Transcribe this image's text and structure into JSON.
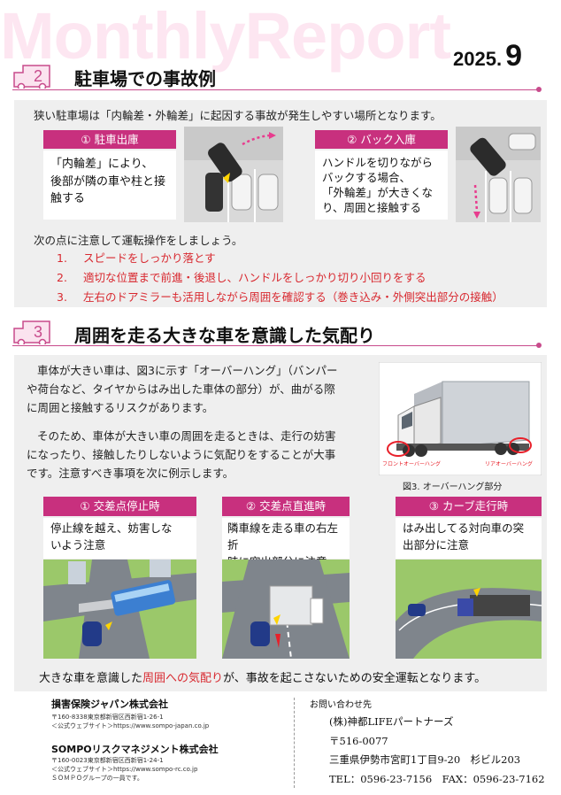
{
  "header": {
    "watermark": "MonthlyReport",
    "year": "2025.",
    "month": "9"
  },
  "section2": {
    "number": "2",
    "title": "駐車場での事故例",
    "intro": "狭い駐車場は「内輪差・外輪差」に起因する事故が発生しやすい場所となります。",
    "cases": [
      {
        "label": "① 駐車出庫",
        "text": [
          "「内輪差」により、",
          "後部が隣の車や柱と接",
          "触する"
        ]
      },
      {
        "label": "② バック入庫",
        "text": [
          "ハンドルを切りながら",
          "バックする場合、",
          "「外輪差」が大きくな",
          "り、周囲と接触する"
        ]
      }
    ],
    "lead": "次の点に注意して運転操作をしましょう。",
    "points": [
      {
        "n": "1.",
        "text": "スピードをしっかり落とす"
      },
      {
        "n": "2.",
        "text": "適切な位置まで前進・後退し、ハンドルをしっかり切り小回りをする"
      },
      {
        "n": "3.",
        "text": "左右のドアミラーも活用しながら周囲を確認する（巻き込み・外側突出部分の接触）"
      }
    ]
  },
  "section3": {
    "number": "3",
    "title": "周囲を走る大きな車を意識した気配り",
    "para1": [
      "車体が大きい車は、図3に示す「オーバーハング」（バンパー",
      "や荷台など、タイヤからはみ出した車体の部分）が、曲がる際",
      "に周囲と接触するリスクがあります。"
    ],
    "para2": [
      "そのため、車体が大きい車の周囲を走るときは、走行の妨害",
      "になったり、接触したりしないように気配りをすることが大事",
      "です。注意すべき事項を次に例示します。"
    ],
    "figure": {
      "front_label": "フロントオーバーハング",
      "rear_label": "リアオーバーハング",
      "caption": "図3. オーバーハング部分"
    },
    "examples": [
      {
        "label": "① 交差点停止時",
        "text": [
          "停止線を越え、妨害しな",
          "いよう注意"
        ]
      },
      {
        "label": "② 交差点直進時",
        "text": [
          "隣車線を走る車の右左折",
          "時に突出部分に注意"
        ]
      },
      {
        "label": "③ カーブ走行時",
        "text": [
          "はみ出してる対向車の突",
          "出部分に注意"
        ]
      }
    ],
    "summary_pre": "大きな車を意識した",
    "summary_red": "周囲への気配り",
    "summary_post": "が、事故を起こさないための安全運転となります。"
  },
  "footer": {
    "company1": "損害保険ジャパン株式会社",
    "company1_lines": [
      "〒160-8338東京都新宿区西新宿1-26-1",
      "＜公式ウェブサイト＞https://www.sompo-japan.co.jp"
    ],
    "company2": "SOMPOリスクマネジメント株式会社",
    "company2_lines": [
      "〒160-0023東京都新宿区西新宿1-24-1",
      "＜公式ウェブサイト＞https://www.sompo-rc.co.jp",
      "ＳＯＭＰＯグループの一員です。"
    ],
    "contact_label": "お問い合わせ先",
    "agency": "(株)神都LIFEパートナーズ",
    "zip": "〒516-0077",
    "address": "三重県伊勢市宮町1丁目9-20　杉ビル203",
    "phone": "TEL：0596-23-7156　FAX：0596-23-7162"
  }
}
